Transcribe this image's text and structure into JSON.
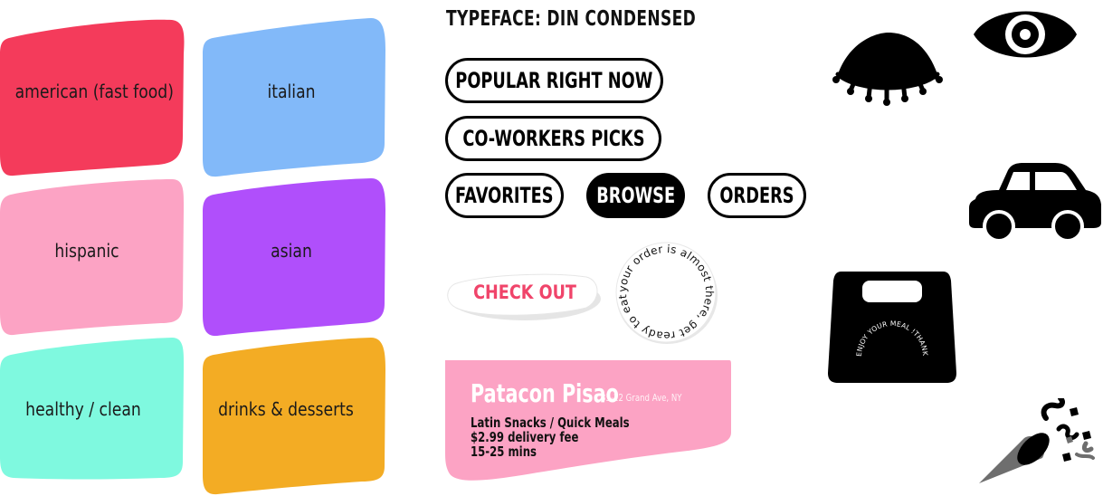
{
  "typeface_label": "TYPEFACE: DIN CONDENSED",
  "categories": [
    {
      "label": "american (fast food)",
      "color": "#f43b5b"
    },
    {
      "label": "italian",
      "color": "#82b9f9"
    },
    {
      "label": "hispanic",
      "color": "#fca3c4"
    },
    {
      "label": "asian",
      "color": "#b04ffb"
    },
    {
      "label": "healthy / clean",
      "color": "#7ff9df"
    },
    {
      "label": "drinks & desserts",
      "color": "#f3ac24"
    }
  ],
  "buttons": {
    "popular": "POPULAR RIGHT NOW",
    "coworkers": "CO-WORKERS PICKS",
    "favorites": "FAVORITES",
    "browse": "BROWSE",
    "orders": "ORDERS",
    "checkout": "CHECK OUT"
  },
  "stamp_text": "your order is almost there, get ready to eat ! ",
  "restaurant": {
    "name": "Patacon Pisao",
    "address": "85-22 Grand Ave, NY",
    "cuisine": "Latin Snacks / Quick Meals",
    "fee": "$2.99 delivery fee",
    "time": "15-25 mins",
    "color": "#fca3c4"
  },
  "bag_text": "ENJOY YOUR MEAL !THANK YOU !",
  "icons": [
    "closed-eye-icon",
    "open-eye-icon",
    "car-icon",
    "bag-icon",
    "party-popper-icon"
  ]
}
